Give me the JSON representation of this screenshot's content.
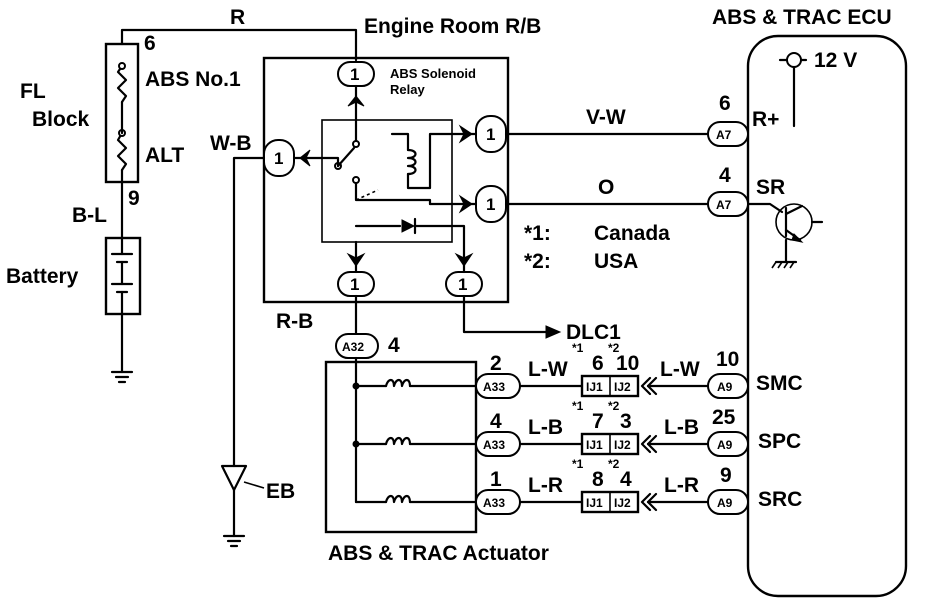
{
  "fuse_block": {
    "title_line1": "FL",
    "title_line2": "Block",
    "fuse1": "ABS No.1",
    "fuse2": "ALT",
    "pin_top": "6",
    "pin_bottom": "9"
  },
  "battery": {
    "label": "Battery"
  },
  "wires": {
    "top_r": "R",
    "bl": "B-L",
    "wb": "W-B",
    "rb": "R-B",
    "vw": "V-W",
    "o": "O",
    "lw_left": "L-W",
    "lw_right": "L-W",
    "lb_left": "L-B",
    "lb_right": "L-B",
    "lr_left": "L-R",
    "lr_right": "L-R"
  },
  "relay_block": {
    "title": "Engine Room R/B",
    "relay_line1": "ABS Solenoid",
    "relay_line2": "Relay",
    "pin": "1"
  },
  "ecu": {
    "title": "ABS & TRAC ECU",
    "voltage": "12 V",
    "r_plus": "R+",
    "sr": "SR",
    "smc": "SMC",
    "spc": "SPC",
    "src": "SRC",
    "pin_a7_top": "6",
    "pin_a7_bottom": "4",
    "pin_smc": "10",
    "pin_spc": "25",
    "pin_src": "9"
  },
  "connectors": {
    "a7": "A7",
    "a9": "A9",
    "a32": "A32",
    "a33": "A33",
    "ij1": "IJ1",
    "ij2": "IJ2"
  },
  "actuator": {
    "title": "ABS & TRAC Actuator",
    "a32_pin": "4",
    "pin_smc": "2",
    "pin_spc": "4",
    "pin_src": "1"
  },
  "junctions": {
    "star1": "*1",
    "star2": "*2",
    "smc_ij1": "6",
    "smc_ij2": "10",
    "spc_ij1": "7",
    "spc_ij2": "3",
    "src_ij1": "8",
    "src_ij2": "4"
  },
  "notes": {
    "n1_key": "*1:",
    "n1_val": "Canada",
    "n2_key": "*2:",
    "n2_val": "USA"
  },
  "misc": {
    "dlc": "DLC1",
    "eb": "EB"
  }
}
